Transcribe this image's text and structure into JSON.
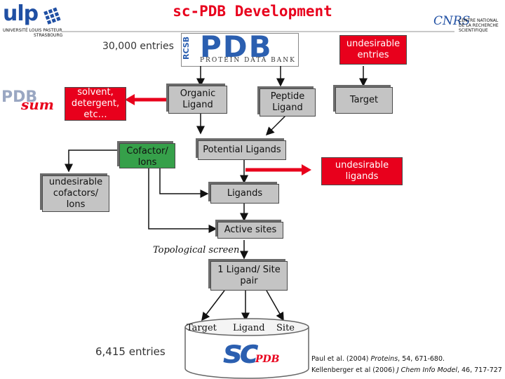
{
  "title": "sc-PDB Development",
  "logos": {
    "ulp": {
      "name": "ulp",
      "line1": "UNIVERSITÉ LOUIS PASTEUR",
      "line2": "STRASBOURG"
    },
    "cnrs": {
      "name": "CNRS",
      "line1": "CENTRE NATIONAL",
      "line2": "DE LA RECHERCHE",
      "line3": "SCIENTIFIQUE"
    },
    "pdb": {
      "side": "RCSB",
      "name": "PDB",
      "subtitle": "PROTEIN DATA BANK"
    },
    "pdbsum": {
      "part1": "PDB",
      "part2": "sum"
    },
    "scpdb": {
      "part1": "sc",
      "part2": "PDB"
    }
  },
  "nodes": {
    "entries_30000": "30,000 entries",
    "undesirable_entries": "undesirable entries",
    "solvent": "solvent, detergent, etc…",
    "organic_ligand": "Organic Ligand",
    "peptide_ligand": "Peptide Ligand",
    "target": "Target",
    "cofactor": "Cofactor/ Ions",
    "potential_ligands": "Potential Ligands",
    "undesirable_ligands": "undesirable ligands",
    "undesirable_cofactors": "undesirable cofactors/ Ions",
    "ligands": "Ligands",
    "active_sites": "Active sites",
    "topological_screen": "Topological screen",
    "ligand_site_pair": "1 Ligand/ Site pair",
    "db_target": "Target",
    "db_ligand": "Ligand",
    "db_site": "Site",
    "entries_6415": "6,415 entries"
  },
  "references": [
    {
      "text": "Paul et al. (2004) ",
      "journal": "Proteins",
      "rest": ", 54, 671-680."
    },
    {
      "text": "Kellenberger et al (2006) ",
      "journal": "J Chem Info Model",
      "rest": ", 46, 717-727"
    }
  ],
  "colors": {
    "accent_red": "#e8001c",
    "box_gray": "#c4c4c4",
    "box_green": "#36a04a",
    "db_blue": "#2b5fb0"
  }
}
